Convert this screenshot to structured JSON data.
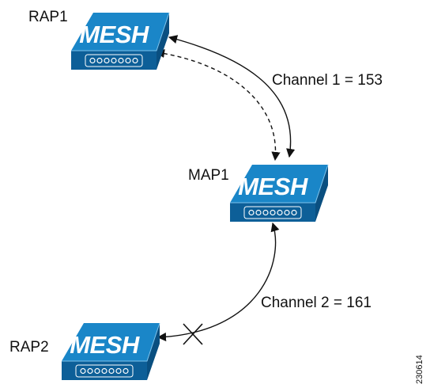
{
  "nodes": [
    {
      "id": "rap1",
      "label": "RAP1",
      "device_text": "MESH",
      "icon": "mesh-access-point-icon"
    },
    {
      "id": "map1",
      "label": "MAP1",
      "device_text": "MESH",
      "icon": "mesh-access-point-icon"
    },
    {
      "id": "rap2",
      "label": "RAP2",
      "device_text": "MESH",
      "icon": "mesh-access-point-icon"
    }
  ],
  "links": [
    {
      "id": "channel1",
      "label": "Channel 1 = 153",
      "from": "rap1",
      "to": "map1",
      "style": "solid-and-dashed"
    },
    {
      "id": "channel2",
      "label": "Channel 2 = 161",
      "from": "map1",
      "to": "rap2",
      "style": "solid",
      "blocked": true
    }
  ],
  "figure_id": "230614",
  "colors": {
    "device_top": "#1a86c8",
    "device_front": "#0d5f98",
    "device_side": "#0a4f80",
    "line": "#111111"
  }
}
